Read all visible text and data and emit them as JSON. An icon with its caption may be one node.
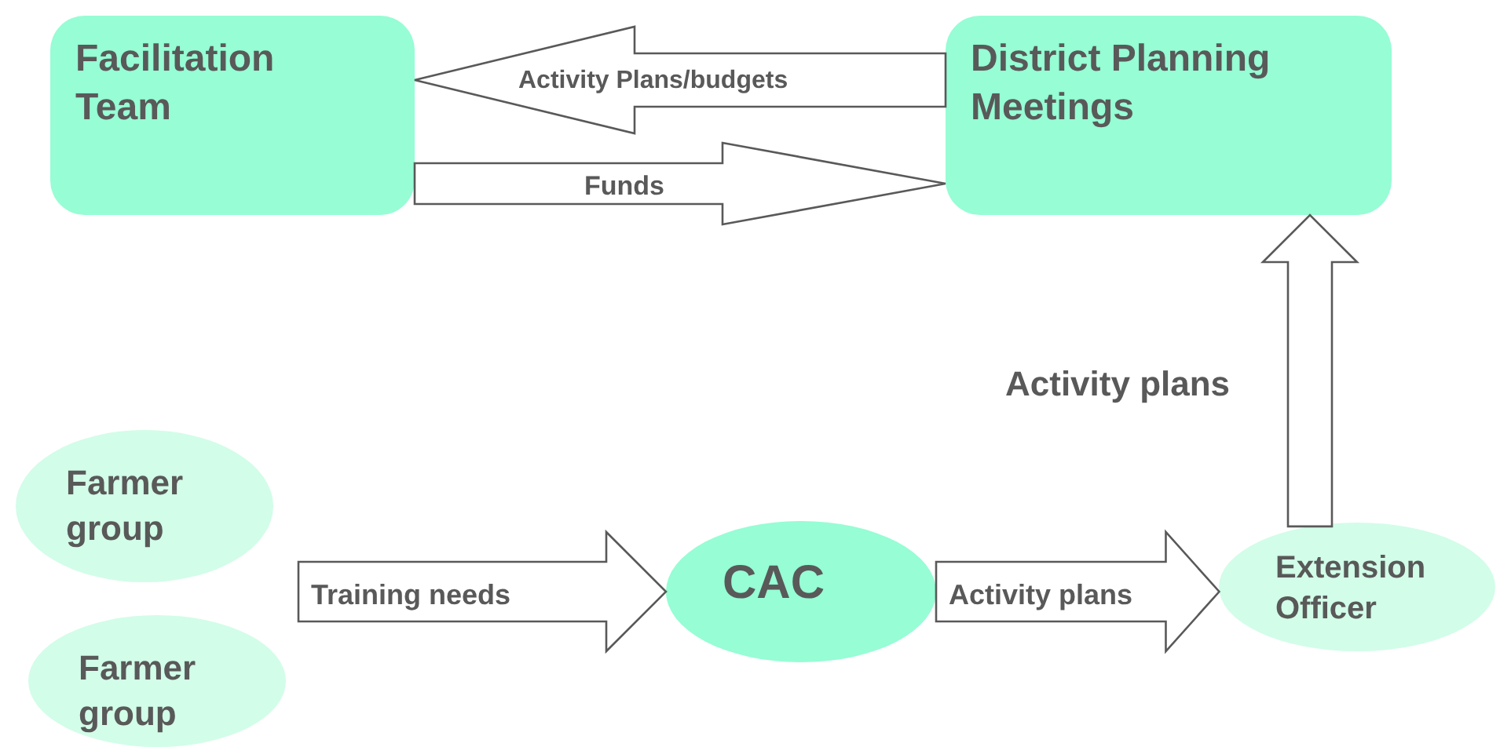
{
  "diagram": {
    "nodes": [
      {
        "text": [
          "Facilitation Team"
        ]
      },
      {
        "text": [
          "District Planning Meetings"
        ]
      },
      {
        "text": [
          "Farmer group"
        ]
      },
      {
        "text": [
          "Farmer group"
        ]
      },
      {
        "text": [
          "CAC"
        ]
      },
      {
        "text": [
          "Extension Officer"
        ]
      }
    ],
    "edges": [
      {
        "from": 1,
        "to": 0,
        "arrow": "to",
        "label": "Activity Plans/budgets"
      },
      {
        "from": 0,
        "to": 1,
        "arrow": "to",
        "label": "Funds"
      },
      {
        "from": null,
        "to": 4,
        "arrow": "to",
        "label": "Training needs"
      },
      {
        "from": 4,
        "to": 5,
        "arrow": "to",
        "label": "Activity plans"
      },
      {
        "from": 5,
        "to": 1,
        "arrow": "to",
        "label": "Activity plans"
      }
    ]
  }
}
